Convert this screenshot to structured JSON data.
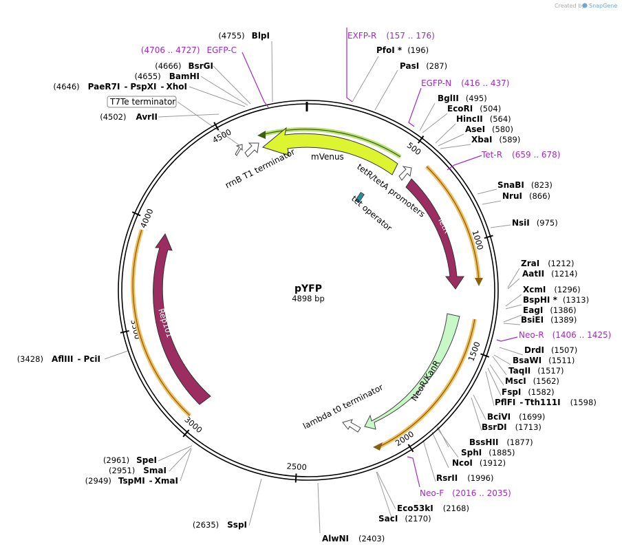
{
  "credit": {
    "prefix": "Created by",
    "brand": "SnapGene"
  },
  "plasmid": {
    "name": "pYFP",
    "size_label": "4898 bp",
    "length": 4898
  },
  "ticks": [
    "500",
    "1000",
    "1500",
    "2000",
    "2500",
    "3000",
    "3500",
    "4000",
    "4500"
  ],
  "features": {
    "mvenus": "mVenus",
    "tet_promoters": "tetR/tetA promoters",
    "tet_operator": "tet operator",
    "tetr": "TetR",
    "neor": "NeoR/KanR",
    "rep101": "Rep101",
    "rrnb": "rrnB T1 terminator",
    "lambda": "lambda t0 terminator",
    "t7te": "T7Te terminator"
  },
  "sites": [
    {
      "id": "blpi",
      "pos": "(4755)",
      "name": "BlpI"
    },
    {
      "id": "pfoi",
      "name": "PfoI *",
      "pos": "(196)"
    },
    {
      "id": "pasi",
      "name": "PasI",
      "pos": "(287)"
    },
    {
      "id": "bglii",
      "name": "BglII",
      "pos": "(495)"
    },
    {
      "id": "ecori",
      "name": "EcoRI",
      "pos": "(504)"
    },
    {
      "id": "hincii",
      "name": "HincII",
      "pos": "(564)"
    },
    {
      "id": "asei",
      "name": "AseI",
      "pos": "(580)"
    },
    {
      "id": "xbai",
      "name": "XbaI",
      "pos": "(589)"
    },
    {
      "id": "snabi",
      "name": "SnaBI",
      "pos": "(823)"
    },
    {
      "id": "nrui",
      "name": "NruI",
      "pos": "(866)"
    },
    {
      "id": "nsii",
      "name": "NsiI",
      "pos": "(975)"
    },
    {
      "id": "zrai",
      "name": "ZraI",
      "pos": "(1212)"
    },
    {
      "id": "aatii",
      "name": "AatII",
      "pos": "(1214)"
    },
    {
      "id": "xcmi",
      "name": "XcmI",
      "pos": "(1296)"
    },
    {
      "id": "bsphi",
      "name": "BspHI *",
      "pos": "(1313)"
    },
    {
      "id": "eagi",
      "name": "EagI",
      "pos": "(1386)"
    },
    {
      "id": "bsiei",
      "name": "BsiEI",
      "pos": "(1389)"
    },
    {
      "id": "drdi",
      "name": "DrdI",
      "pos": "(1507)"
    },
    {
      "id": "bsawi",
      "name": "BsaWI",
      "pos": "(1511)"
    },
    {
      "id": "taqii",
      "name": "TaqII",
      "pos": "(1517)"
    },
    {
      "id": "msci",
      "name": "MscI",
      "pos": "(1562)"
    },
    {
      "id": "fspi",
      "name": "FspI",
      "pos": "(1582)"
    },
    {
      "id": "pflfi",
      "name": "PflFI",
      "sep": "-",
      "name2": "Tth111I",
      "pos": "(1598)"
    },
    {
      "id": "bcivi",
      "name": "BciVI",
      "pos": "(1699)"
    },
    {
      "id": "bsrdi",
      "name": "BsrDI",
      "pos": "(1713)"
    },
    {
      "id": "bsshii",
      "name": "BssHII",
      "pos": "(1877)"
    },
    {
      "id": "sphi",
      "name": "SphI",
      "pos": "(1885)"
    },
    {
      "id": "ncoi",
      "name": "NcoI",
      "pos": "(1912)"
    },
    {
      "id": "rsrii",
      "name": "RsrII",
      "pos": "(1996)"
    },
    {
      "id": "eco53ki",
      "name": "Eco53kI",
      "pos": "(2168)"
    },
    {
      "id": "saci",
      "name": "SacI",
      "pos": "(2170)"
    },
    {
      "id": "alwni",
      "name": "AlwNI",
      "pos": "(2403)"
    },
    {
      "id": "sspi",
      "pos": "(2635)",
      "name": "SspI"
    },
    {
      "id": "tspmi",
      "pos": "(2949)",
      "name": "TspMI",
      "sep": "-",
      "name2": "XmaI"
    },
    {
      "id": "smai",
      "pos": "(2951)",
      "name": "SmaI"
    },
    {
      "id": "spei",
      "pos": "(2961)",
      "name": "SpeI"
    },
    {
      "id": "aflIII",
      "pos": "(3428)",
      "name": "AflIII",
      "sep": "-",
      "name2": "PciI"
    },
    {
      "id": "avrii",
      "pos": "(4502)",
      "name": "AvrII"
    },
    {
      "id": "paer7i",
      "pos": "(4646)",
      "name": "PaeR7I",
      "sep": "-",
      "name2": "PspXI",
      "sep2": "-",
      "name3": "XhoI"
    },
    {
      "id": "bamhi",
      "pos": "(4655)",
      "name": "BamHI"
    },
    {
      "id": "bsrgi",
      "pos": "(4666)",
      "name": "BsrGI"
    }
  ],
  "primers": [
    {
      "id": "exfp_r",
      "name": "EXFP-R",
      "range": "(157 .. 176)"
    },
    {
      "id": "egfp_n",
      "name": "EGFP-N",
      "range": "(416 .. 437)"
    },
    {
      "id": "tet_r",
      "name": "Tet-R",
      "range": "(659 .. 678)"
    },
    {
      "id": "neo_r",
      "name": "Neo-R",
      "range": "(1406 .. 1425)"
    },
    {
      "id": "neo_f",
      "name": "Neo-F",
      "range": "(2016 .. 2035)"
    },
    {
      "id": "egfp_c",
      "range": "(4706 .. 4727)",
      "name": "EGFP-C"
    }
  ],
  "colors": {
    "backbone": "#000000",
    "mvenus": "#ddf531",
    "tetr": "#9b2d61",
    "neor": "#c8f8c8",
    "operator": "#2d8ca0",
    "orf_arrow": "#f0a020",
    "primer": "#a028c8"
  }
}
